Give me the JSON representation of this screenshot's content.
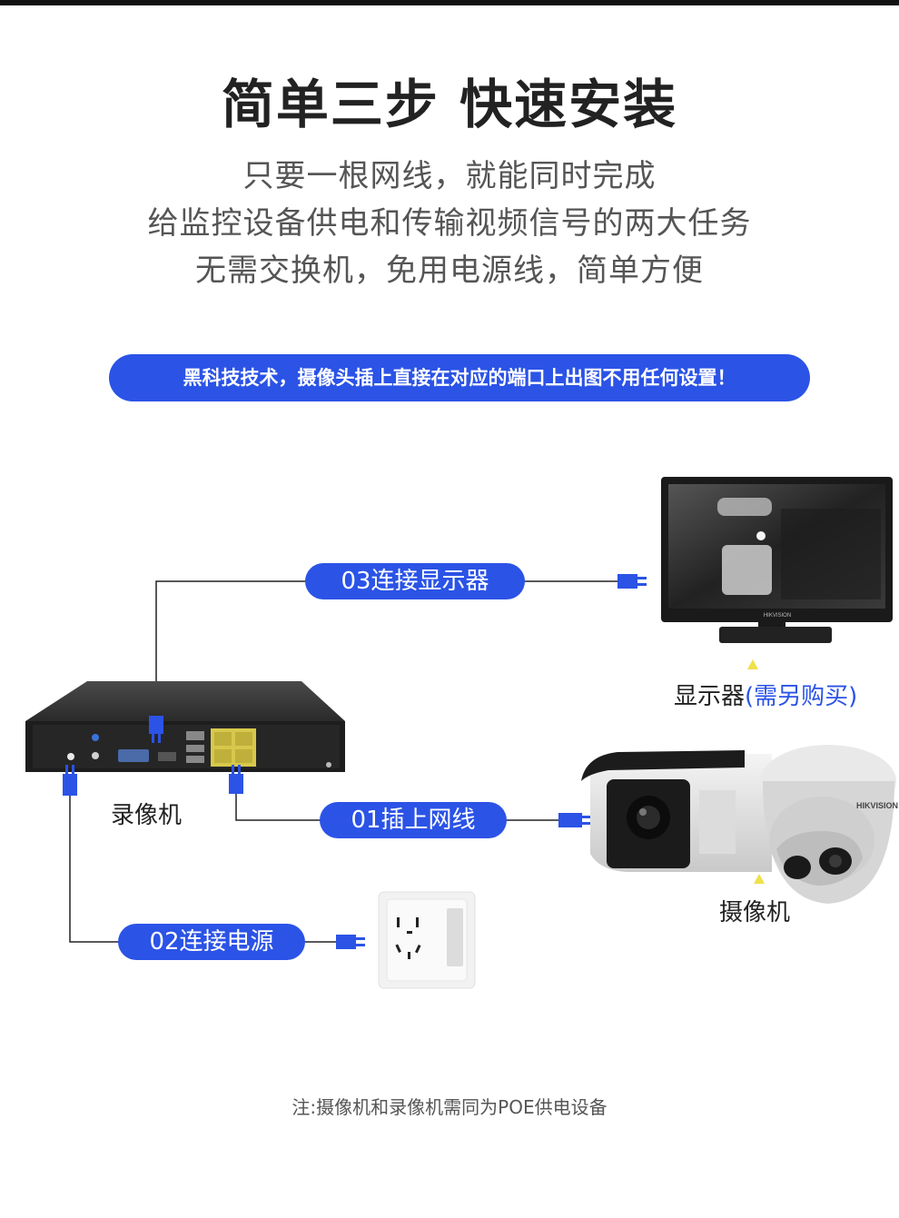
{
  "header": {
    "title": "简单三步 快速安装",
    "lines": [
      "只要一根网线，就能同时完成",
      "给监控设备供电和传输视频信号的两大任务",
      "无需交换机，免用电源线，简单方便"
    ]
  },
  "banner": {
    "text": "黑科技技术，摄像头插上直接在对应的端口上出图不用任何设置！"
  },
  "steps": {
    "step1": "01插上网线",
    "step2": "02连接电源",
    "step3": "03连接显示器"
  },
  "devices": {
    "recorder": "录像机",
    "monitor": "显示器",
    "monitor_note": "(需另购买)",
    "camera": "摄像机",
    "monitor_brand": "HIKVISION",
    "camera_brand": "HIKVISION"
  },
  "note": "注:摄像机和录像机需同为POE供电设备",
  "colors": {
    "accent": "#2b53e6",
    "text": "#333333"
  }
}
